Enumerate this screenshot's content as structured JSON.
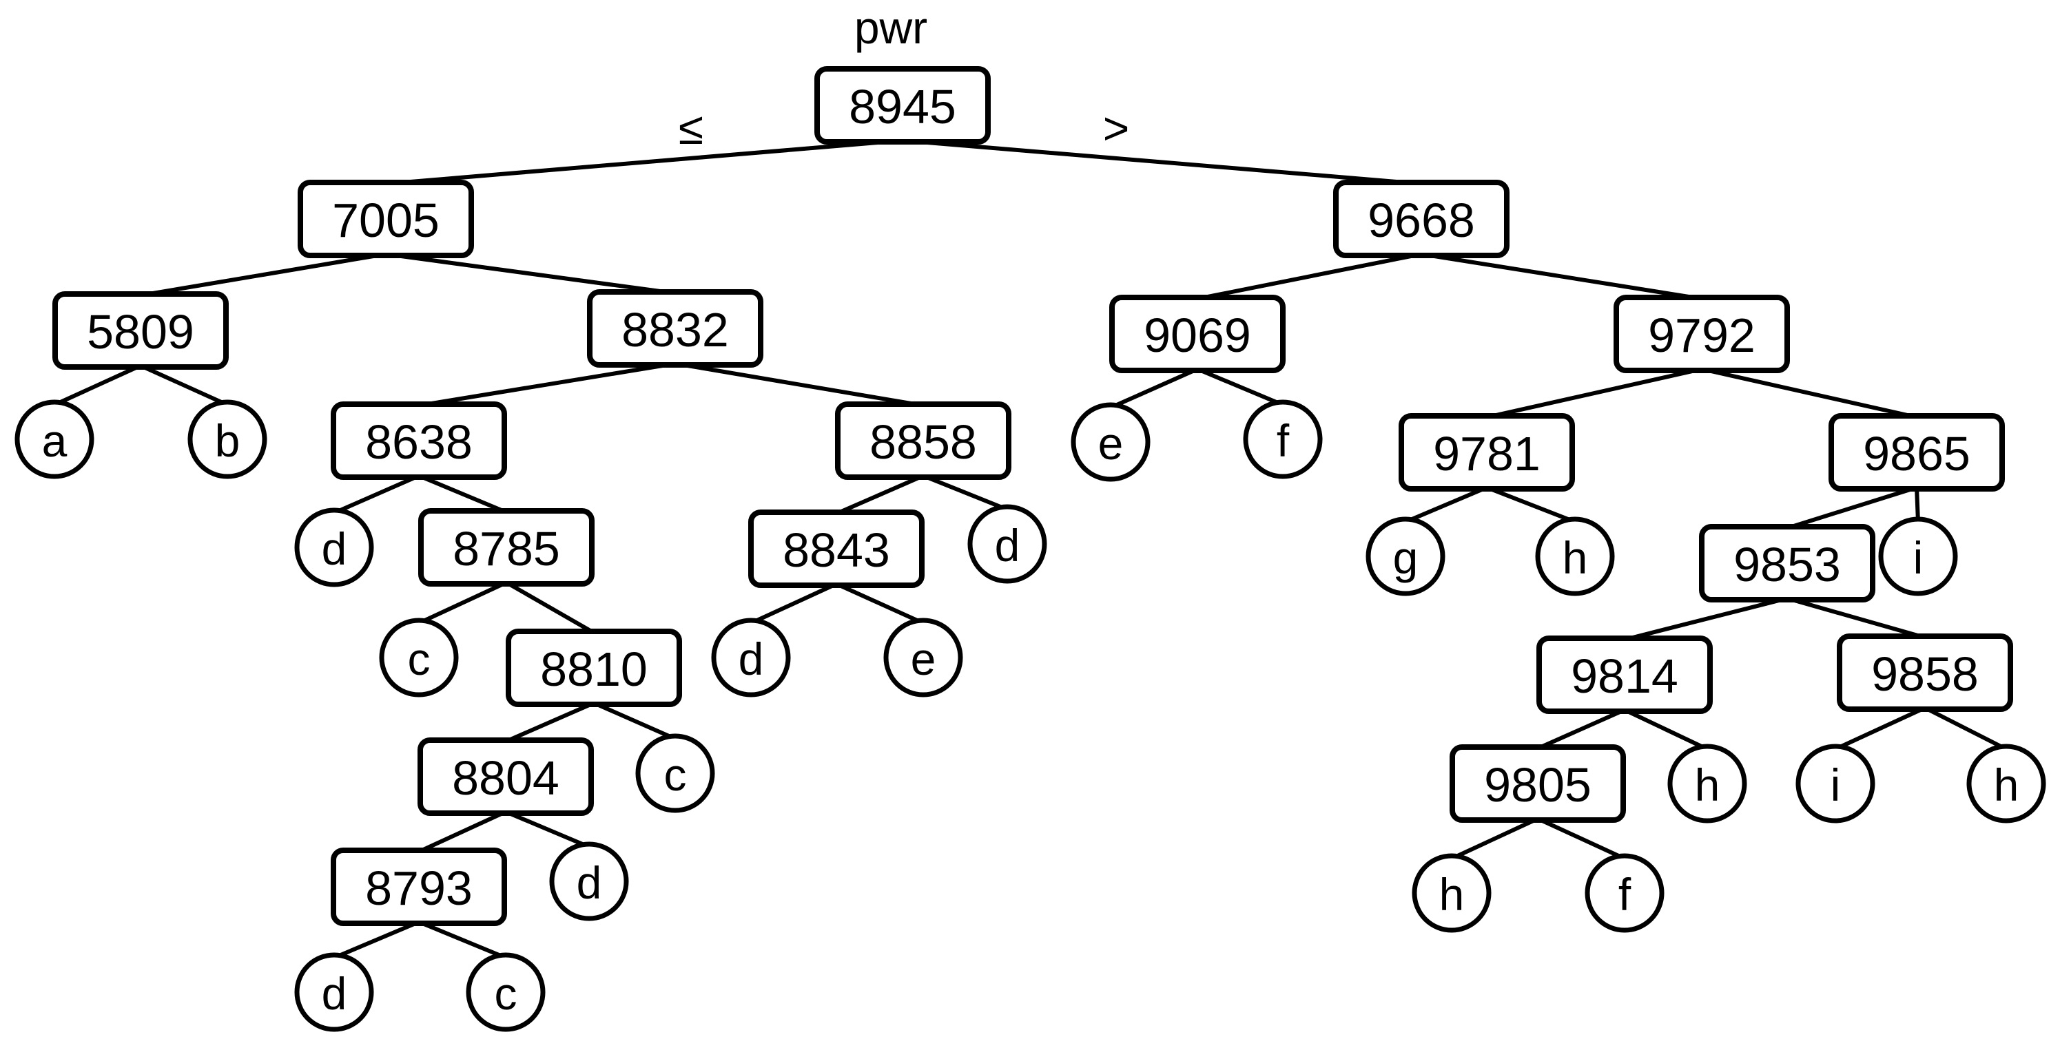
{
  "diagram": {
    "type": "decision-tree",
    "variable_label": "pwr",
    "branch_labels": {
      "left": "≤",
      "right": ">"
    },
    "colors": {
      "stroke": "#000000",
      "fill": "#ffffff",
      "text": "#000000"
    },
    "nodes": [
      {
        "id": "n8945",
        "kind": "split",
        "label": "8945"
      },
      {
        "id": "n7005",
        "kind": "split",
        "label": "7005",
        "parent": "n8945"
      },
      {
        "id": "n9668",
        "kind": "split",
        "label": "9668",
        "parent": "n8945"
      },
      {
        "id": "n5809",
        "kind": "split",
        "label": "5809",
        "parent": "n7005"
      },
      {
        "id": "n8832",
        "kind": "split",
        "label": "8832",
        "parent": "n7005"
      },
      {
        "id": "la1",
        "kind": "leaf",
        "label": "a",
        "parent": "n5809"
      },
      {
        "id": "lb1",
        "kind": "leaf",
        "label": "b",
        "parent": "n5809"
      },
      {
        "id": "n8638",
        "kind": "split",
        "label": "8638",
        "parent": "n8832"
      },
      {
        "id": "n8858",
        "kind": "split",
        "label": "8858",
        "parent": "n8832"
      },
      {
        "id": "ld1",
        "kind": "leaf",
        "label": "d",
        "parent": "n8638"
      },
      {
        "id": "n8785",
        "kind": "split",
        "label": "8785",
        "parent": "n8638"
      },
      {
        "id": "lc1",
        "kind": "leaf",
        "label": "c",
        "parent": "n8785"
      },
      {
        "id": "n8810",
        "kind": "split",
        "label": "8810",
        "parent": "n8785"
      },
      {
        "id": "n8804",
        "kind": "split",
        "label": "8804",
        "parent": "n8810"
      },
      {
        "id": "lc2",
        "kind": "leaf",
        "label": "c",
        "parent": "n8810"
      },
      {
        "id": "n8793",
        "kind": "split",
        "label": "8793",
        "parent": "n8804"
      },
      {
        "id": "ld2",
        "kind": "leaf",
        "label": "d",
        "parent": "n8804"
      },
      {
        "id": "ld3",
        "kind": "leaf",
        "label": "d",
        "parent": "n8793"
      },
      {
        "id": "lc3",
        "kind": "leaf",
        "label": "c",
        "parent": "n8793"
      },
      {
        "id": "n8843",
        "kind": "split",
        "label": "8843",
        "parent": "n8858"
      },
      {
        "id": "ld4",
        "kind": "leaf",
        "label": "d",
        "parent": "n8858"
      },
      {
        "id": "ld5",
        "kind": "leaf",
        "label": "d",
        "parent": "n8843"
      },
      {
        "id": "le1",
        "kind": "leaf",
        "label": "e",
        "parent": "n8843"
      },
      {
        "id": "n9069",
        "kind": "split",
        "label": "9069",
        "parent": "n9668"
      },
      {
        "id": "n9792",
        "kind": "split",
        "label": "9792",
        "parent": "n9668"
      },
      {
        "id": "le2",
        "kind": "leaf",
        "label": "e",
        "parent": "n9069"
      },
      {
        "id": "lf1",
        "kind": "leaf",
        "label": "f",
        "parent": "n9069"
      },
      {
        "id": "n9781",
        "kind": "split",
        "label": "9781",
        "parent": "n9792"
      },
      {
        "id": "n9865",
        "kind": "split",
        "label": "9865",
        "parent": "n9792"
      },
      {
        "id": "lg1",
        "kind": "leaf",
        "label": "g",
        "parent": "n9781"
      },
      {
        "id": "lh1",
        "kind": "leaf",
        "label": "h",
        "parent": "n9781"
      },
      {
        "id": "n9853",
        "kind": "split",
        "label": "9853",
        "parent": "n9865"
      },
      {
        "id": "li1",
        "kind": "leaf",
        "label": "i",
        "parent": "n9865"
      },
      {
        "id": "n9814",
        "kind": "split",
        "label": "9814",
        "parent": "n9853"
      },
      {
        "id": "n9858",
        "kind": "split",
        "label": "9858",
        "parent": "n9853"
      },
      {
        "id": "n9805",
        "kind": "split",
        "label": "9805",
        "parent": "n9814"
      },
      {
        "id": "lh2",
        "kind": "leaf",
        "label": "h",
        "parent": "n9814"
      },
      {
        "id": "lh3",
        "kind": "leaf",
        "label": "h",
        "parent": "n9805"
      },
      {
        "id": "lf2",
        "kind": "leaf",
        "label": "f",
        "parent": "n9805"
      },
      {
        "id": "li2",
        "kind": "leaf",
        "label": "i",
        "parent": "n9858"
      },
      {
        "id": "lh4",
        "kind": "leaf",
        "label": "h",
        "parent": "n9858"
      }
    ]
  }
}
